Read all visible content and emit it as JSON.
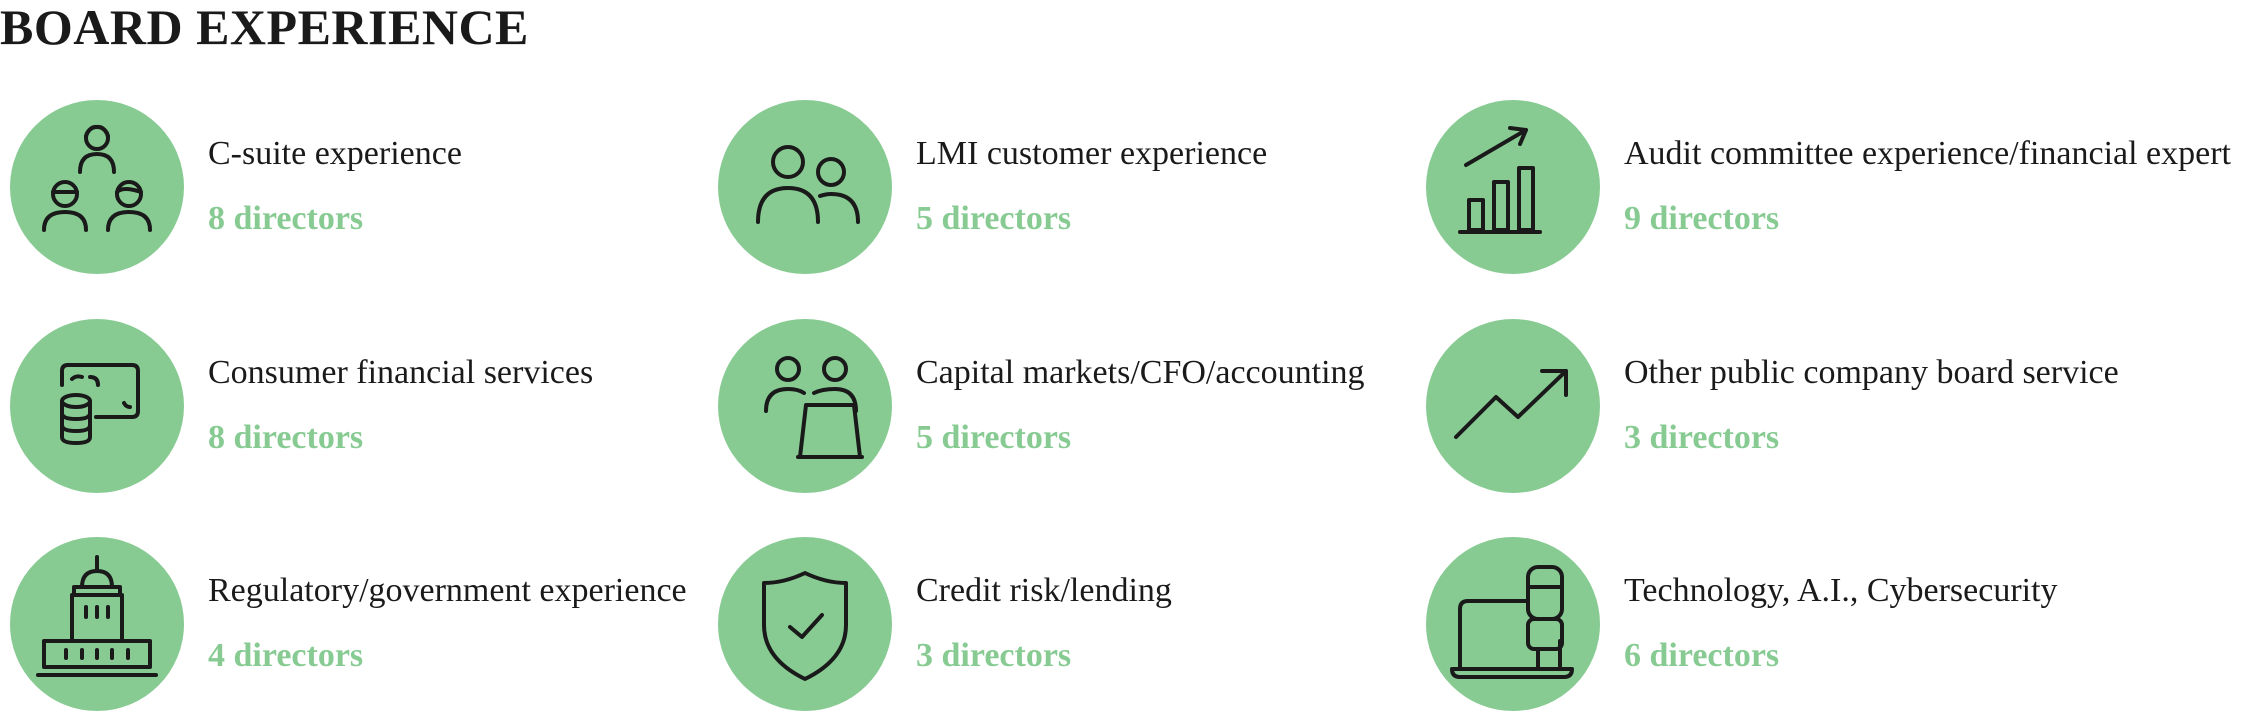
{
  "title": "BOARD EXPERIENCE",
  "colors": {
    "accent": "#87cb93",
    "text": "#1a1a1a"
  },
  "items": [
    {
      "label": "C-suite experience",
      "count": "8 directors",
      "icon": "people-network-icon"
    },
    {
      "label": "LMI customer experience",
      "count": "5 directors",
      "icon": "two-people-icon"
    },
    {
      "label": "Audit committee experience/financial expert",
      "count": "9 directors",
      "icon": "bar-chart-growth-icon"
    },
    {
      "label": "Consumer financial services",
      "count": "8 directors",
      "icon": "money-coins-icon"
    },
    {
      "label": "Capital markets/CFO/accounting",
      "count": "5 directors",
      "icon": "people-laptop-icon"
    },
    {
      "label": "Other public company board service",
      "count": "3 directors",
      "icon": "trend-up-arrow-icon"
    },
    {
      "label": "Regulatory/government experience",
      "count": "4 directors",
      "icon": "capitol-building-icon"
    },
    {
      "label": "Credit risk/lending",
      "count": "3 directors",
      "icon": "shield-check-icon"
    },
    {
      "label": "Technology, A.I., Cybersecurity",
      "count": "6 directors",
      "icon": "devices-icon"
    }
  ]
}
